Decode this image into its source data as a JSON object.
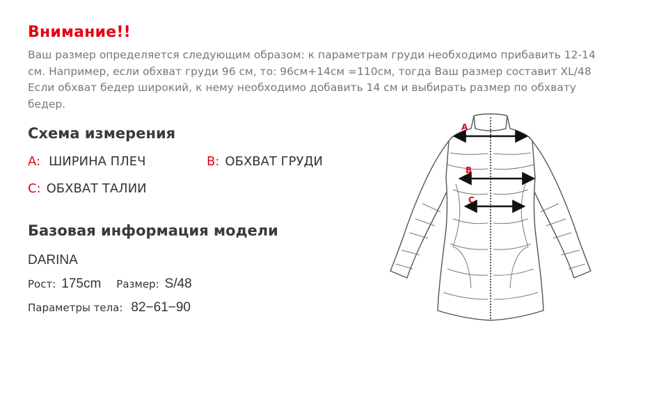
{
  "notice": {
    "title": "Внимание!!",
    "lines": [
      "Ваш размер определяется следующим образом: к параметрам груди необходимо прибавить 12-14",
      "см. Например, если обхват груди  96 см, то: 96см+14см =110см, тогда Ваш размер составит XL/48",
      "Если обхват бедер широкий, к нему необходимо добавить 14 см и выбирать размер по обхвату",
      "бедер."
    ]
  },
  "scheme": {
    "title": "Схема измерения",
    "items": [
      {
        "key": "A:",
        "label": "ШИРИНА ПЛЕЧ"
      },
      {
        "key": "B:",
        "label": "ОБХВАТ ГРУДИ"
      },
      {
        "key": "C:",
        "label": "ОБХВАТ ТАЛИИ"
      }
    ]
  },
  "model": {
    "title": "Базовая информация модели",
    "name": "DARINA",
    "height_label": "Рост:",
    "height_value": "175cm",
    "size_label": "Размер:",
    "size_value": "S/48",
    "body_label": "Параметры тела:",
    "body_value": "82−61−90"
  },
  "diagram": {
    "markers": [
      "A",
      "B",
      "C"
    ],
    "accent_color": "#e60012",
    "outline_color": "#555555",
    "icon": "coat-measurement-diagram"
  }
}
